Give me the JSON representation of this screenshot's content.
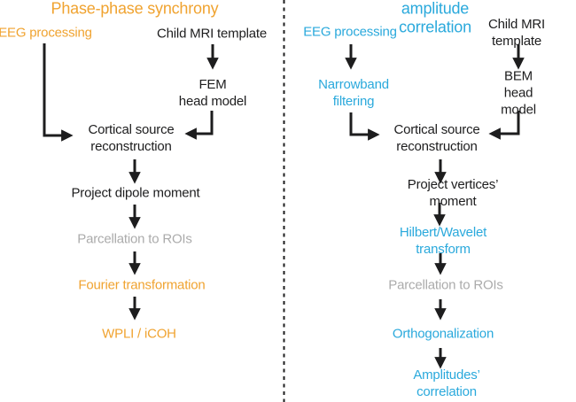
{
  "colors": {
    "accent-left": "#F0A330",
    "accent-right": "#2AA9DC",
    "muted": "#ABABAB",
    "ink": "#1D1D1E"
  },
  "left": {
    "title": "Phase-phase synchrony",
    "eeg_processing": "EEG processing",
    "mri_template": "Child MRI template",
    "head_model": "FEM\nhead model",
    "cortical": "Cortical source\nreconstruction",
    "project": "Project dipole moment",
    "parcellation": "Parcellation to ROIs",
    "transform": "Fourier transformation",
    "connectivity": "WPLI / iCOH"
  },
  "right": {
    "title": "Amplitude-amplitude correlation",
    "eeg_processing": "EEG processing",
    "mri_template": "Child MRI template",
    "filtering": "Narrowband\nfiltering",
    "head_model": "BEM\nhead model",
    "cortical": "Cortical source\nreconstruction",
    "project": "Project vertices’ moment",
    "transform": "Hilbert/Wavelet transform",
    "parcellation": "Parcellation to ROIs",
    "orthogonalization": "Orthogonalization",
    "connectivity": "Amplitudes’ correlation"
  }
}
